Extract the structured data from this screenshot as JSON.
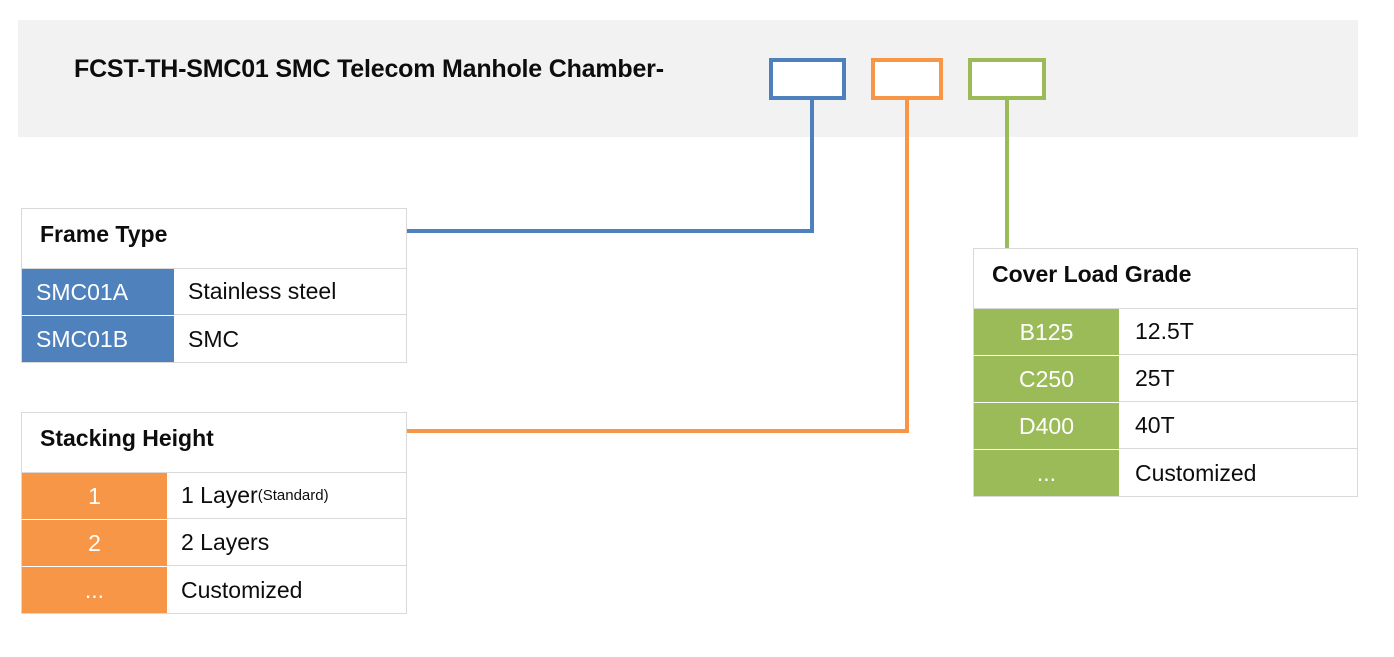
{
  "header": {
    "title": "FCST-TH-SMC01 SMC Telecom Manhole Chamber-",
    "background": "#F2F2F2",
    "code_boxes": [
      {
        "name": "frame-type-code",
        "value": "",
        "color": "#4E80BD"
      },
      {
        "name": "stacking-height-code",
        "value": "",
        "color": "#F79646"
      },
      {
        "name": "cover-load-grade-code",
        "value": "",
        "color": "#9BBB59"
      }
    ]
  },
  "legends": [
    {
      "id": "frame-type",
      "title": "Frame Type",
      "accent": "#4F81BD",
      "rows": [
        {
          "code": "SMC01A",
          "desc": "Stainless steel",
          "note": ""
        },
        {
          "code": "SMC01B",
          "desc": "SMC",
          "note": ""
        }
      ]
    },
    {
      "id": "stacking-height",
      "title": "Stacking Height",
      "accent": "#F79646",
      "rows": [
        {
          "code": "1",
          "desc": "1 Layer",
          "note": "(Standard)"
        },
        {
          "code": "2",
          "desc": "2 Layers",
          "note": ""
        },
        {
          "code": "...",
          "desc": "Customized",
          "note": ""
        }
      ]
    },
    {
      "id": "cover-load",
      "title": "Cover Load Grade",
      "accent": "#9BBB59",
      "rows": [
        {
          "code": "B125",
          "desc": "12.5T",
          "note": ""
        },
        {
          "code": "C250",
          "desc": "25T",
          "note": ""
        },
        {
          "code": "D400",
          "desc": "40T",
          "note": ""
        },
        {
          "code": "...",
          "desc": "Customized",
          "note": ""
        }
      ]
    }
  ]
}
